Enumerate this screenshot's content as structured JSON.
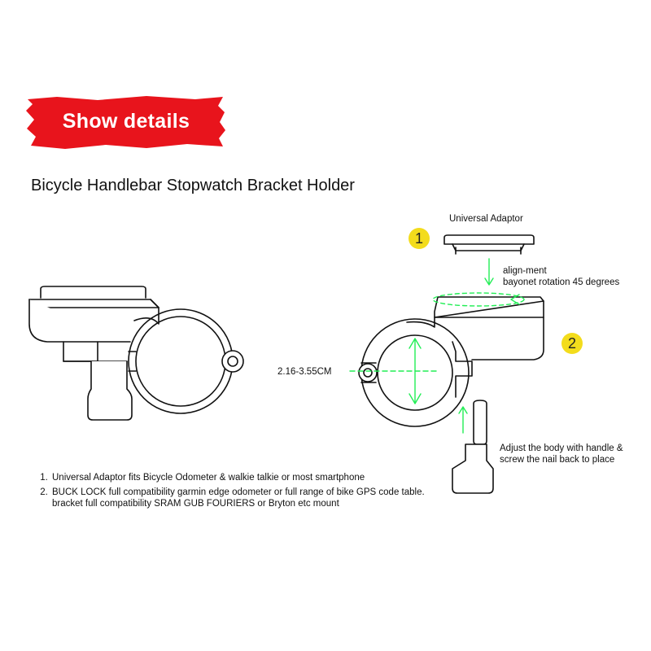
{
  "banner": {
    "label": "Show details",
    "color": "#e8141c"
  },
  "title": "Bicycle Handlebar Stopwatch Bracket Holder",
  "callouts": {
    "universal_adaptor": "Universal Adaptor",
    "align_line1": "align-ment",
    "align_line2": "bayonet rotation 45 degrees",
    "diameter": "2.16-3.55CM",
    "adjust_line1": "Adjust the body with handle &",
    "adjust_line2": "screw the nail back to place"
  },
  "steps": {
    "step1": "1",
    "step2": "2"
  },
  "notes": [
    "Universal Adaptor fits Bicycle Odometer & walkie talkie or most smartphone",
    "BUCK LOCK full compatibility garmin edge odometer or full range of bike GPS code table.",
    "bracket full compatibility SRAM GUB FOURIERS or Bryton etc mount"
  ],
  "colors": {
    "accent_arrow": "#22ee55",
    "badge": "#f3dc1c",
    "outline": "#111111"
  }
}
